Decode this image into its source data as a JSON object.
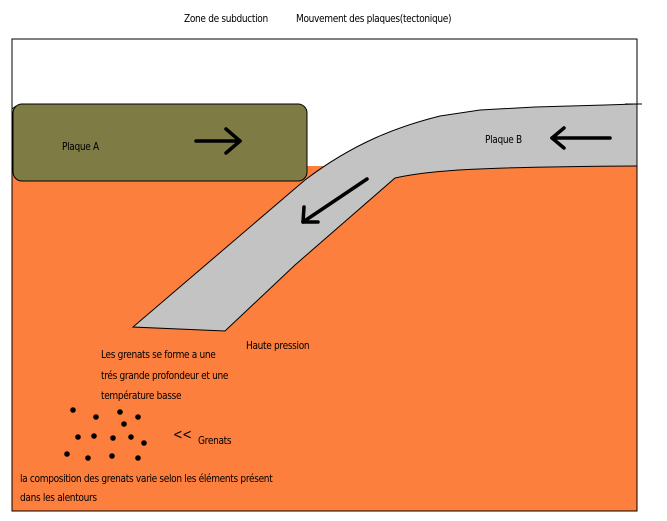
{
  "title_left": "Zone de subduction",
  "title_right": "Mouvement des plaques(tectonique)",
  "plate_a": {
    "label": "Plaque A",
    "color": "#7e7b45"
  },
  "plate_b": {
    "label": "Plaque B",
    "color": "#c3c3c3"
  },
  "mantle_color": "#fd7f3d",
  "pressure_label": "Haute pression",
  "formation_note": [
    "Les grenats se forme a une",
    "trés grande profondeur et une",
    "température basse"
  ],
  "garnet_marker": "<<",
  "garnet_label": "Grenats",
  "composition_note": [
    "la composition des grenats varie selon les éléments présent",
    "dans les alentours"
  ],
  "icons": [
    "arrow-right-icon",
    "arrow-left-icon",
    "arrow-down-left-icon",
    "garnet-dot-icon"
  ]
}
